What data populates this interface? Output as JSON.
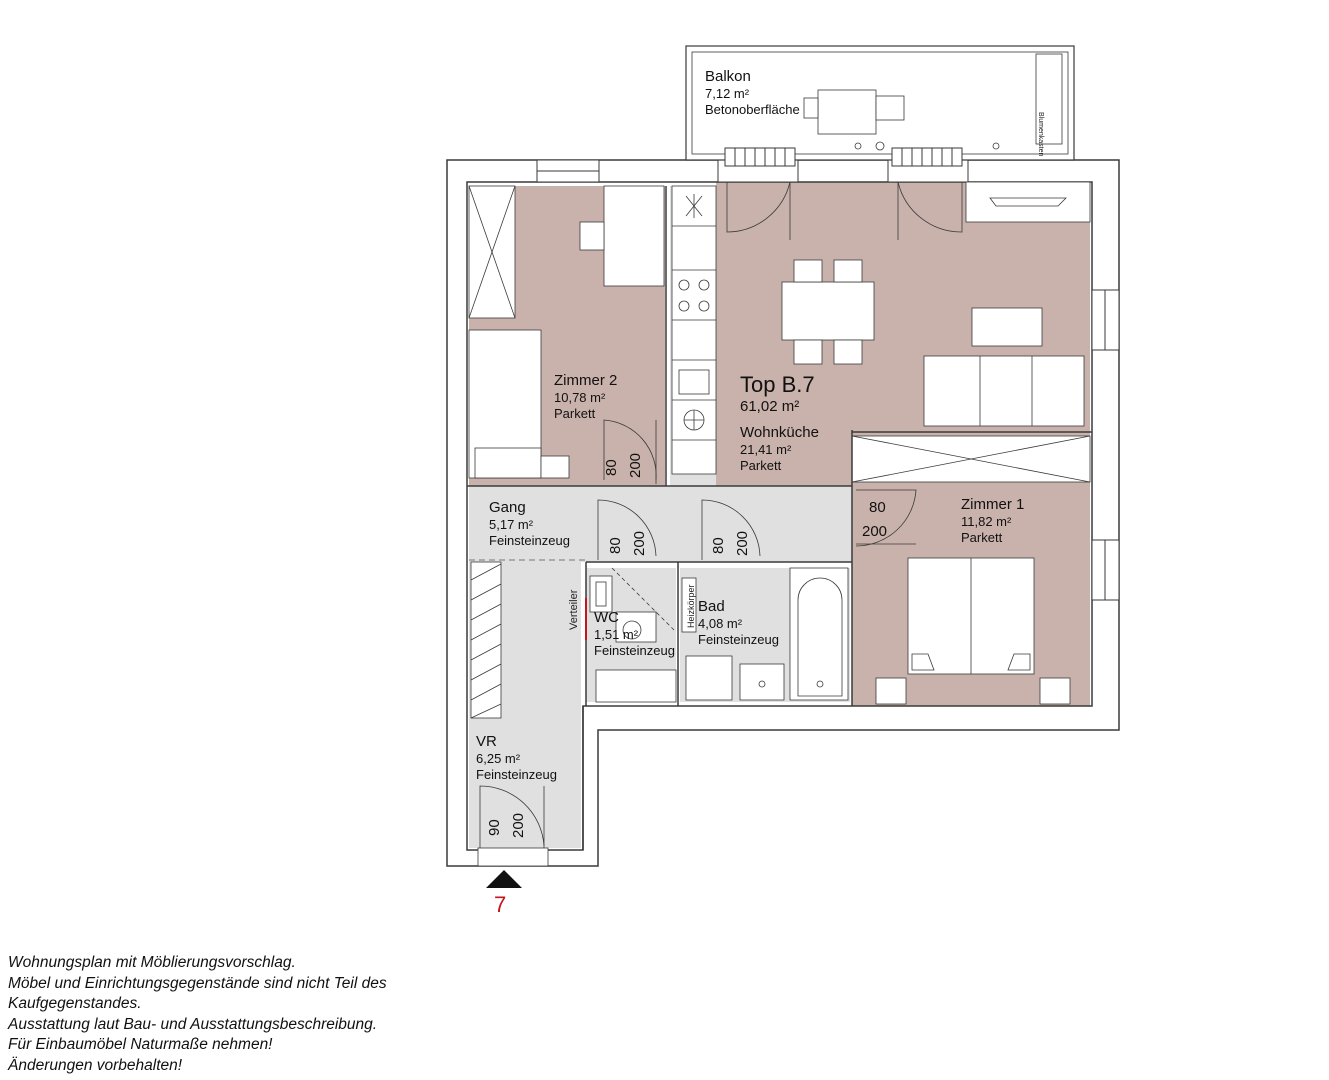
{
  "apartment": {
    "name": "Top B.7",
    "area": "61,02 m²"
  },
  "rooms": {
    "balkon": {
      "name": "Balkon",
      "area": "7,12 m²",
      "floor": "Betonoberfläche"
    },
    "zimmer2": {
      "name": "Zimmer 2",
      "area": "10,78 m²",
      "floor": "Parkett"
    },
    "wohnkueche": {
      "name": "Wohnküche",
      "area": "21,41 m²",
      "floor": "Parkett"
    },
    "zimmer1": {
      "name": "Zimmer 1",
      "area": "11,82 m²",
      "floor": "Parkett"
    },
    "gang": {
      "name": "Gang",
      "area": "5,17 m²",
      "floor": "Feinsteinzeug"
    },
    "wc": {
      "name": "WC",
      "area": "1,51 m²",
      "floor": "Feinsteinzeug"
    },
    "bad": {
      "name": "Bad",
      "area": "4,08 m²",
      "floor": "Feinsteinzeug"
    },
    "vr": {
      "name": "VR",
      "area": "6,25 m²",
      "floor": "Feinsteinzeug"
    }
  },
  "doors": {
    "zimmer2": {
      "width": "80",
      "height": "200"
    },
    "gang_wc": {
      "width": "80",
      "height": "200"
    },
    "gang_bad": {
      "width": "80",
      "height": "200"
    },
    "zimmer1": {
      "width": "80",
      "height": "200"
    },
    "entry": {
      "width": "90",
      "height": "200"
    }
  },
  "fixtures": {
    "verteiler": "Verteiler",
    "heizkoerper": "Heizkörper",
    "balcony_rack": "Blumenkasten"
  },
  "entry_number": "7",
  "notes": [
    "Wohnungsplan mit Möblierungsvorschlag.",
    "Möbel und Einrichtungsgegenstände sind nicht Teil des",
    "Kaufgegenstandes.",
    "Ausstattung laut Bau- und Ausstattungsbeschreibung.",
    "Für Einbaumöbel Naturmaße nehmen!",
    "Änderungen vorbehalten!"
  ],
  "colors": {
    "parquet": "#c9b2ab",
    "tile": "#e0e0e0",
    "wall": "#3a3a3a",
    "wall_fill": "#ffffff",
    "accent_red": "#c4161c"
  }
}
